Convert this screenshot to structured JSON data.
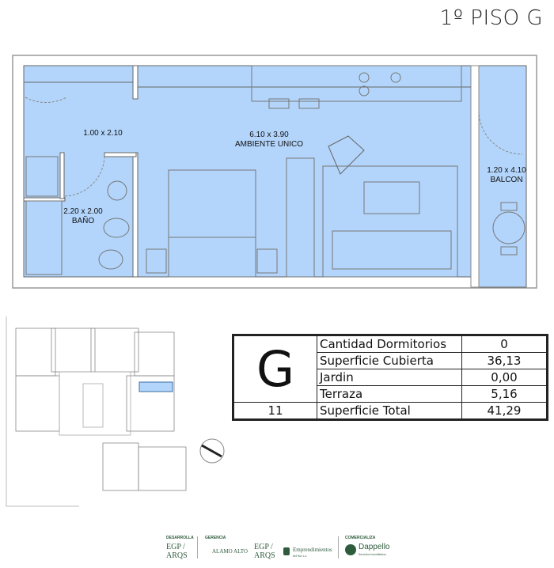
{
  "header": {
    "title": "1º PISO G"
  },
  "plan": {
    "rooms": [
      {
        "dims": "1.00  x 2.10",
        "name": ""
      },
      {
        "dims": "6.10 x 3.90",
        "name": "AMBIENTE UNICO"
      },
      {
        "dims": "2.20  x 2.00",
        "name": "BAÑO"
      },
      {
        "dims": "1.20 x 4.10",
        "name": "BALCON"
      }
    ],
    "fill_color": "#b3d5fb"
  },
  "unit_table": {
    "letter": "G",
    "number": "11",
    "rows": [
      {
        "label": "Cantidad Dormitorios",
        "value": "0"
      },
      {
        "label": "Superficie Cubierta",
        "value": "36,13"
      },
      {
        "label": "Jardin",
        "value": "0,00"
      },
      {
        "label": "Terraza",
        "value": "5,16"
      },
      {
        "label": "Superficie Total",
        "value": "41,29"
      }
    ]
  },
  "footer": {
    "desarrolla": "DESARROLLA",
    "egp1": "EGP /",
    "arqs1": "ARQS",
    "gerencia": "GERENCIA",
    "alamo": "ALAMO ALTO",
    "egp2": "EGP /",
    "arqs2": "ARQS",
    "emp": "Emprendimientos",
    "emp_sub": "del Sur s.a.",
    "comercializa": "COMERCIALIZA",
    "dappello": "Dappello",
    "dappello_sub": "Servicios Inmobiliarios",
    "brand_color": "#2e5b3c"
  }
}
